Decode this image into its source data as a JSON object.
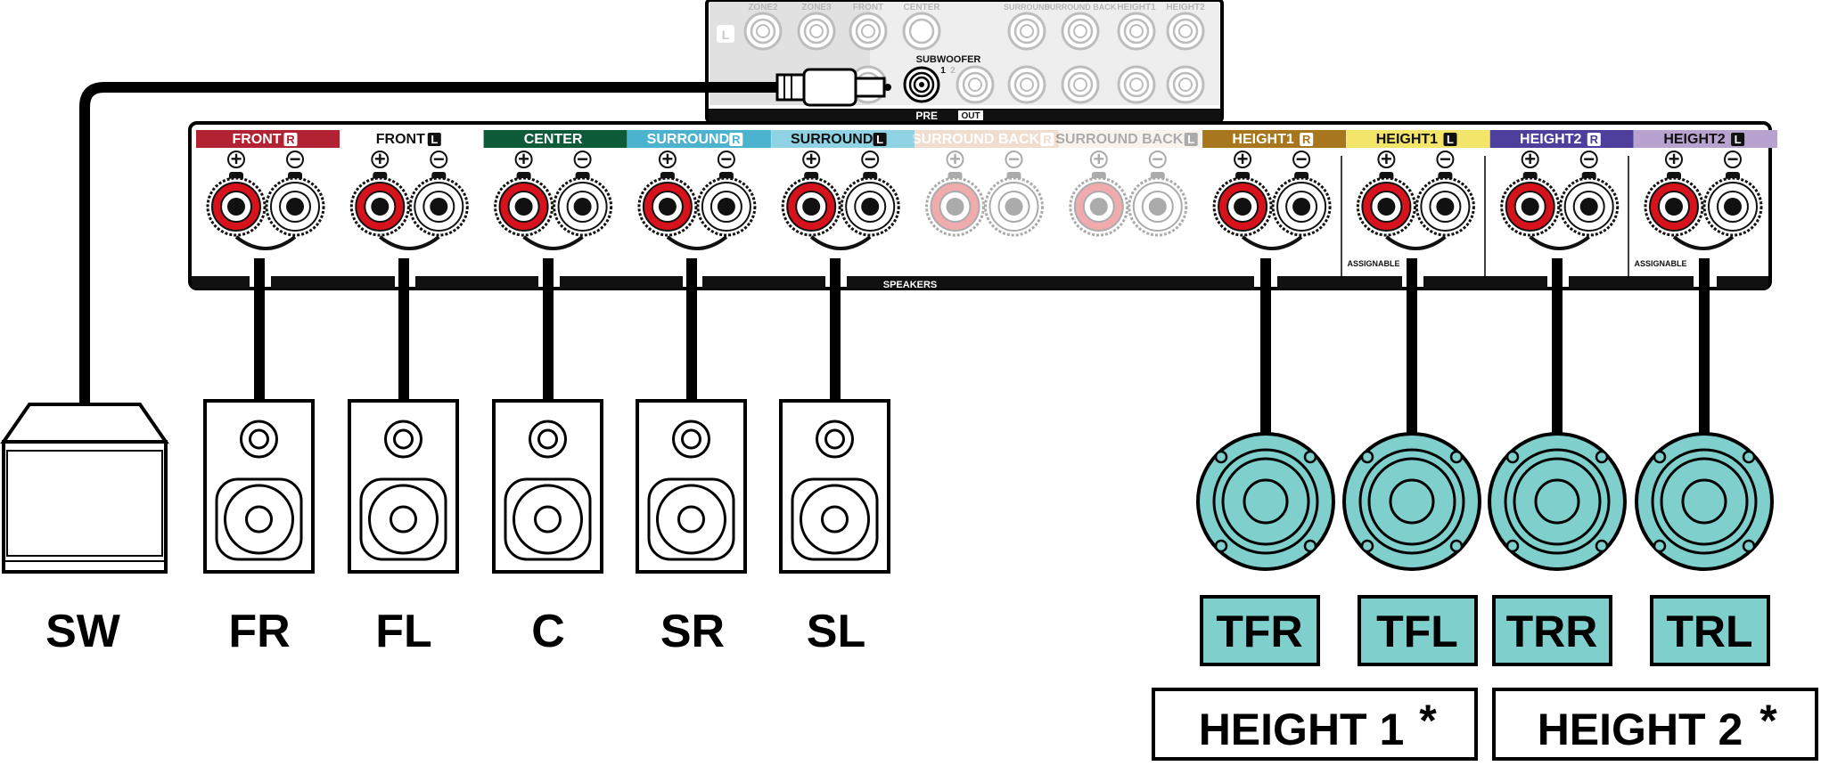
{
  "pre_out_panel": {
    "zone2_label": "ZONE2",
    "zone3_label": "ZONE3",
    "front_label": "FRONT",
    "center_label": "CENTER",
    "surround_label": "SURROUND",
    "surround_back_label": "SURROUND BACK",
    "height1_label": "HEIGHT1",
    "height2_label": "HEIGHT2",
    "left_badge": "L",
    "subwoofer_label": "SUBWOOFER",
    "sub_num_1": "1",
    "sub_num_2": "2",
    "pre_label": "PRE",
    "out_label": "OUT"
  },
  "speaker_panel": {
    "speakers_label": "SPEAKERS",
    "assignable_label": "ASSIGNABLE",
    "plus_symbol": "+",
    "minus_symbol": "−",
    "channels": [
      {
        "label": "FRONT",
        "badge": "R",
        "color": "#b32232",
        "faded": false
      },
      {
        "label": "FRONT",
        "badge": "L",
        "color": "#ffffff",
        "faded": false
      },
      {
        "label": "CENTER",
        "badge": "",
        "color": "#0e5b3a",
        "faded": false
      },
      {
        "label": "SURROUND",
        "badge": "R",
        "color": "#4cb3ce",
        "faded": false
      },
      {
        "label": "SURROUND",
        "badge": "L",
        "color": "#8fd2e3",
        "faded": false
      },
      {
        "label": "SURROUND BACK",
        "badge": "R",
        "color": "#d6a074",
        "faded": true
      },
      {
        "label": "SURROUND BACK",
        "badge": "L",
        "color": "#eedfcc",
        "faded": true
      },
      {
        "label": "HEIGHT1",
        "badge": "R",
        "color": "#a8761c",
        "faded": false
      },
      {
        "label": "HEIGHT1",
        "badge": "L",
        "color": "#f3e46a",
        "faded": false
      },
      {
        "label": "HEIGHT2",
        "badge": "R",
        "color": "#4e3f9c",
        "faded": false
      },
      {
        "label": "HEIGHT2",
        "badge": "L",
        "color": "#b8a2d0",
        "faded": false
      }
    ]
  },
  "speakers": {
    "subwoofer": "SW",
    "front_right": "FR",
    "front_left": "FL",
    "center": "C",
    "surround_right": "SR",
    "surround_left": "SL",
    "top_front_right": "TFR",
    "top_front_left": "TFL",
    "top_rear_right": "TRR",
    "top_rear_left": "TRL"
  },
  "groups": {
    "height1": "HEIGHT 1",
    "height2": "HEIGHT 2",
    "asterisk": "*"
  },
  "colors": {
    "ceiling_speaker": "#7fcfcc",
    "positive_terminal": "#d6121c"
  }
}
